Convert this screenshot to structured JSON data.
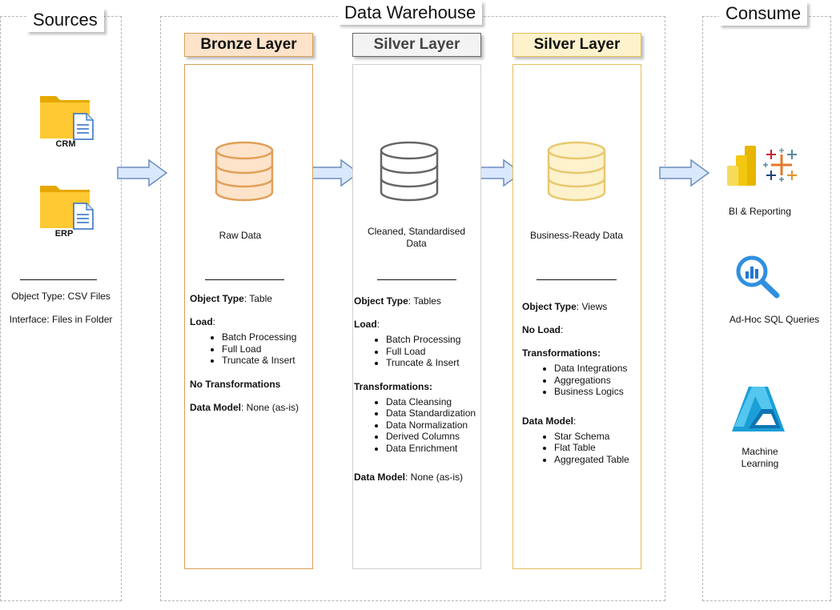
{
  "sources": {
    "title": "Sources",
    "crm_label": "CRM",
    "erp_label": "ERP",
    "object_type": "Object Type: CSV Files",
    "interface": "Interface: Files in Folder"
  },
  "warehouse": {
    "title": "Data Warehouse",
    "layers": [
      {
        "name": "Bronze Layer",
        "description": "Raw Data",
        "object_type_label": "Object Type",
        "object_type_value": ": Table",
        "load_label": "Load",
        "load_suffix": ":",
        "load_items": [
          "Batch Processing",
          "Full Load",
          "Truncate & Insert"
        ],
        "transform_label": "No Transformations",
        "transform_items": [],
        "model_label": "Data Model",
        "model_value": ": None (as-is)",
        "model_items": []
      },
      {
        "name": "Silver Layer",
        "description": "Cleaned, Standardised Data",
        "object_type_label": "Object Type",
        "object_type_value": ": Tables",
        "load_label": "Load",
        "load_suffix": ":",
        "load_items": [
          "Batch Processing",
          "Full Load",
          "Truncate & Insert"
        ],
        "transform_label": "Transformations:",
        "transform_items": [
          "Data Cleansing",
          "Data Standardization",
          "Data Normalization",
          "Derived Columns",
          "Data Enrichment"
        ],
        "model_label": "Data Model",
        "model_value": ": None (as-is)",
        "model_items": []
      },
      {
        "name": "Silver Layer",
        "description": "Business-Ready Data",
        "object_type_label": "Object Type",
        "object_type_value": ": Views",
        "load_label": "No Load",
        "load_suffix": ":",
        "load_items": [],
        "transform_label": "Transformations:",
        "transform_items": [
          "Data Integrations",
          "Aggregations",
          "Business Logics"
        ],
        "model_label": "Data Model",
        "model_value": ":",
        "model_items": [
          "Star Schema",
          "Flat Table",
          "Aggregated Table"
        ]
      }
    ]
  },
  "consume": {
    "title": "Consume",
    "bi": "BI & Reporting",
    "sql": "Ad-Hoc SQL Queries",
    "ml": "Machine Learning"
  },
  "colors": {
    "bronze_fill": "#fde3c9",
    "bronze_border": "#d6a15a",
    "silver_fill": "#f3f3f3",
    "silver_border": "#666666",
    "gold_fill": "#fdf2cc",
    "gold_border": "#e2bf5a",
    "arrow_fill": "#dae8fc",
    "arrow_stroke": "#6c8ebf"
  }
}
